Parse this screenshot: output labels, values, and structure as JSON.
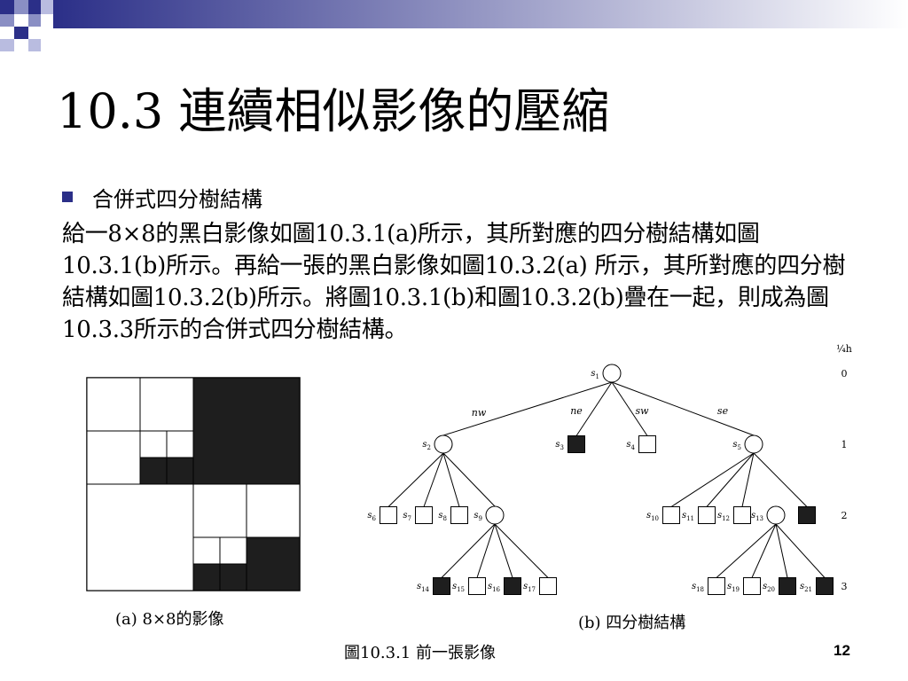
{
  "slide": {
    "title": "10.3 連續相似影像的壓縮",
    "bullet": "合併式四分樹結構",
    "paragraph": "給一8×8的黑白影像如圖10.3.1(a)所示，其所對應的四分樹結構如圖10.3.1(b)所示。再給一張的黑白影像如圖10.3.2(a) 所示，其所對應的四分樹結構如圖10.3.2(b)所示。將圖10.3.1(b)和圖10.3.2(b)疊在一起，則成為圖10.3.3所示的合併式四分樹結構。",
    "caption_a": "(a) 8×8的影像",
    "caption_b": "(b) 四分樹結構",
    "figure_caption": "圖10.3.1 前一張影像",
    "page_number": "12"
  },
  "colors": {
    "accent": "#2b2f88",
    "accent_light": "#8a8fc4",
    "ink": "#000000",
    "fill_black": "#1e1e1e"
  },
  "image_grid": {
    "size": 8,
    "black_quadrants": [
      [
        0,
        4,
        4
      ],
      [
        3,
        2,
        1
      ],
      [
        3,
        3,
        1
      ],
      [
        4,
        2,
        1
      ],
      [
        6,
        6,
        2
      ],
      [
        7,
        4,
        1
      ],
      [
        7,
        5,
        1
      ]
    ],
    "white_quadrants": [
      [
        0,
        0,
        2
      ],
      [
        0,
        2,
        2
      ],
      [
        2,
        0,
        2
      ],
      [
        2,
        2,
        1
      ],
      [
        2,
        3,
        1
      ],
      [
        4,
        0,
        4
      ],
      [
        4,
        4,
        2
      ],
      [
        4,
        6,
        2
      ],
      [
        6,
        4,
        1
      ],
      [
        6,
        5,
        1
      ]
    ]
  },
  "quadtree": {
    "level_axis_label": "¼h",
    "levels": [
      "0",
      "1",
      "2",
      "3"
    ],
    "edge_labels": [
      "nw",
      "ne",
      "sw",
      "se"
    ],
    "nodes": [
      {
        "id": "s1",
        "sub": "1",
        "kind": "internal",
        "level": 0
      },
      {
        "id": "s2",
        "sub": "2",
        "kind": "internal",
        "level": 1
      },
      {
        "id": "s3",
        "sub": "3",
        "kind": "black",
        "level": 1
      },
      {
        "id": "s4",
        "sub": "4",
        "kind": "white",
        "level": 1
      },
      {
        "id": "s5",
        "sub": "5",
        "kind": "internal",
        "level": 1
      },
      {
        "id": "s6",
        "sub": "6",
        "kind": "white",
        "level": 2
      },
      {
        "id": "s7",
        "sub": "7",
        "kind": "white",
        "level": 2
      },
      {
        "id": "s8",
        "sub": "8",
        "kind": "white",
        "level": 2
      },
      {
        "id": "s9",
        "sub": "9",
        "kind": "internal",
        "level": 2
      },
      {
        "id": "s10",
        "sub": "10",
        "kind": "white",
        "level": 2
      },
      {
        "id": "s11",
        "sub": "11",
        "kind": "white",
        "level": 2
      },
      {
        "id": "s12",
        "sub": "12",
        "kind": "white",
        "level": 2
      },
      {
        "id": "s13",
        "sub": "13",
        "kind": "internal",
        "level": 2
      },
      {
        "id": "s13b",
        "sub": "",
        "kind": "black",
        "level": 2
      },
      {
        "id": "s14",
        "sub": "14",
        "kind": "black",
        "level": 3
      },
      {
        "id": "s15",
        "sub": "15",
        "kind": "white",
        "level": 3
      },
      {
        "id": "s16",
        "sub": "16",
        "kind": "black",
        "level": 3
      },
      {
        "id": "s17",
        "sub": "17",
        "kind": "white",
        "level": 3
      },
      {
        "id": "s18",
        "sub": "18",
        "kind": "white",
        "level": 3
      },
      {
        "id": "s19",
        "sub": "19",
        "kind": "white",
        "level": 3
      },
      {
        "id": "s20",
        "sub": "20",
        "kind": "black",
        "level": 3
      },
      {
        "id": "s21",
        "sub": "21",
        "kind": "black",
        "level": 3
      },
      {
        "id": "s22",
        "sub": "",
        "kind": "black",
        "level": 3
      }
    ],
    "edges": [
      [
        "s1",
        "s2"
      ],
      [
        "s1",
        "s3"
      ],
      [
        "s1",
        "s4"
      ],
      [
        "s1",
        "s5"
      ],
      [
        "s2",
        "s6"
      ],
      [
        "s2",
        "s7"
      ],
      [
        "s2",
        "s8"
      ],
      [
        "s2",
        "s9"
      ],
      [
        "s9",
        "s14"
      ],
      [
        "s9",
        "s15"
      ],
      [
        "s9",
        "s16"
      ],
      [
        "s9",
        "s17"
      ],
      [
        "s5",
        "s10"
      ],
      [
        "s5",
        "s11"
      ],
      [
        "s5",
        "s12"
      ],
      [
        "s5",
        "s13b"
      ],
      [
        "s13",
        "s18"
      ],
      [
        "s13",
        "s19"
      ],
      [
        "s13",
        "s20"
      ],
      [
        "s13",
        "s21"
      ]
    ]
  }
}
